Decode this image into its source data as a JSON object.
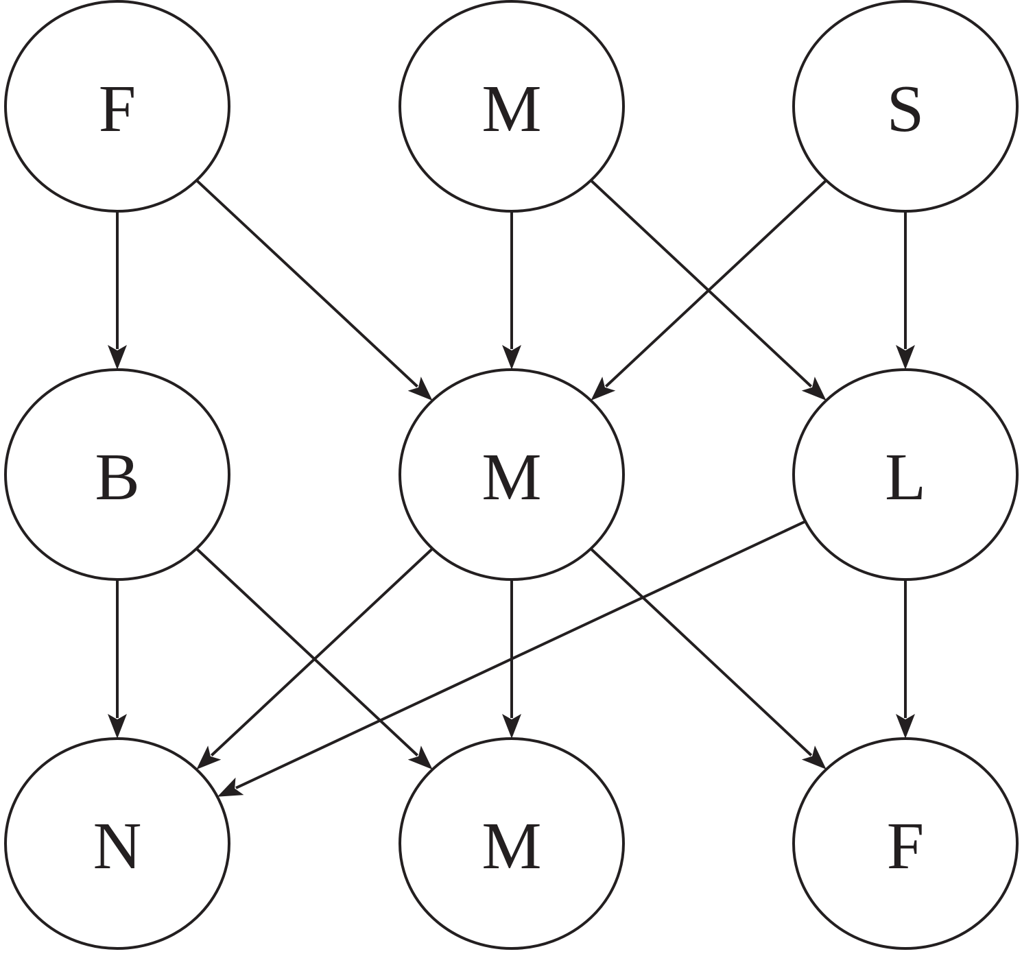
{
  "diagram": {
    "nodes": [
      {
        "id": "top-left",
        "label": "F"
      },
      {
        "id": "top-middle",
        "label": "M"
      },
      {
        "id": "top-right",
        "label": "S"
      },
      {
        "id": "middle-left",
        "label": "B"
      },
      {
        "id": "middle-center",
        "label": "M"
      },
      {
        "id": "middle-right",
        "label": "L"
      },
      {
        "id": "bottom-left",
        "label": "N"
      },
      {
        "id": "bottom-middle",
        "label": "M"
      },
      {
        "id": "bottom-right",
        "label": "F"
      }
    ],
    "edges": [
      {
        "from": "top-left",
        "to": "middle-left"
      },
      {
        "from": "top-left",
        "to": "middle-center"
      },
      {
        "from": "top-middle",
        "to": "middle-center"
      },
      {
        "from": "top-middle",
        "to": "middle-right"
      },
      {
        "from": "top-right",
        "to": "middle-center"
      },
      {
        "from": "top-right",
        "to": "middle-right"
      },
      {
        "from": "middle-left",
        "to": "bottom-left"
      },
      {
        "from": "middle-left",
        "to": "bottom-middle"
      },
      {
        "from": "middle-center",
        "to": "bottom-left"
      },
      {
        "from": "middle-center",
        "to": "bottom-middle"
      },
      {
        "from": "middle-center",
        "to": "bottom-right"
      },
      {
        "from": "middle-right",
        "to": "bottom-left"
      },
      {
        "from": "middle-right",
        "to": "bottom-right"
      }
    ],
    "colors": {
      "stroke": "#231f20",
      "fill": "#ffffff"
    }
  }
}
